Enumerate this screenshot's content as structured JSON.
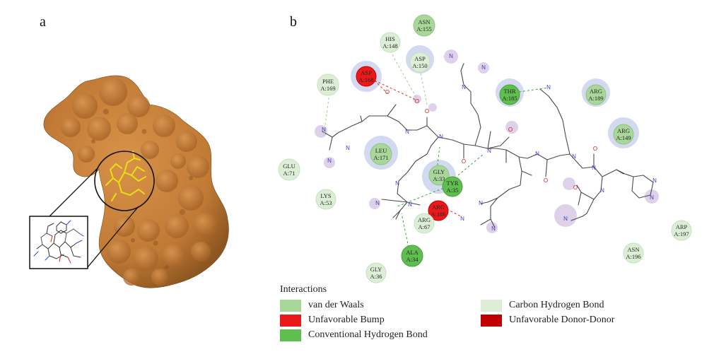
{
  "panels": {
    "a": "a",
    "b": "b"
  },
  "colors": {
    "protein_surface": "#c07a35",
    "ligand": "#e5e013",
    "bond": "#4a4a4a",
    "nitrogen": "#3c3cc4",
    "oxygen": "#d62020",
    "halo": "#c8d0ee",
    "purple_halo": "#d8c6e6",
    "vdw": "#a9d699",
    "carbon_hbond": "#dcefd6",
    "hbond": "#5fbe4f",
    "bump": "#ea1a1a",
    "donor_donor": "#c00000"
  },
  "residues": [
    {
      "name": "ASN",
      "num": "A:155",
      "type": "vdw"
    },
    {
      "name": "HIS",
      "num": "A:148",
      "type": "carbon_hbond"
    },
    {
      "name": "ASP",
      "num": "A:150",
      "type": "carbon_hbond"
    },
    {
      "name": "ASP",
      "num": "A:168",
      "type": "bump"
    },
    {
      "name": "PHE",
      "num": "A:169",
      "type": "vdw"
    },
    {
      "name": "THR",
      "num": "A:185",
      "type": "hbond"
    },
    {
      "name": "ARG",
      "num": "A:189",
      "type": "vdw"
    },
    {
      "name": "ARG",
      "num": "A:149",
      "type": "vdw"
    },
    {
      "name": "LEU",
      "num": "A:171",
      "type": "vdw"
    },
    {
      "name": "GLU",
      "num": "A:71",
      "type": "vdw"
    },
    {
      "name": "GLY",
      "num": "A:33",
      "type": "vdw"
    },
    {
      "name": "TYR",
      "num": "A:35",
      "type": "hbond"
    },
    {
      "name": "LYS",
      "num": "A:53",
      "type": "vdw"
    },
    {
      "name": "ARG",
      "num": "A:186",
      "type": "bump"
    },
    {
      "name": "ARG",
      "num": "A:67",
      "type": "vdw"
    },
    {
      "name": "ALA",
      "num": "A:34",
      "type": "hbond"
    },
    {
      "name": "GLY",
      "num": "A:36",
      "type": "vdw"
    },
    {
      "name": "ARP",
      "num": "A:197",
      "type": "vdw"
    },
    {
      "name": "ASN",
      "num": "A:196",
      "type": "vdw"
    }
  ],
  "atom_labels": {
    "N": "N",
    "O": "O"
  },
  "legend": {
    "title": "Interactions",
    "items": [
      {
        "label": "van der Waals",
        "color": "#a9d699"
      },
      {
        "label": "Unfavorable Bump",
        "color": "#ea1a1a"
      },
      {
        "label": "Conventional Hydrogen Bond",
        "color": "#5fbe4f"
      },
      {
        "label": "Carbon Hydrogen Bond",
        "color": "#dcefd6"
      },
      {
        "label": "Unfavorable Donor-Donor",
        "color": "#c00000"
      }
    ]
  }
}
